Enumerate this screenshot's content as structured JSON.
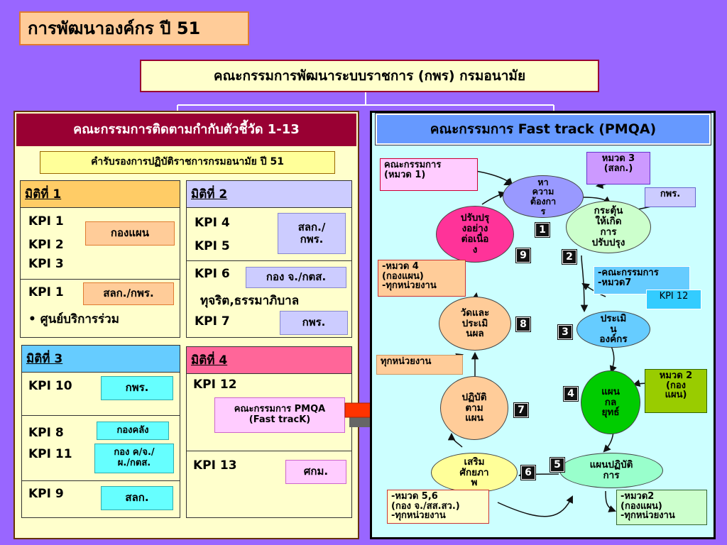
{
  "title": "การพัฒนาองค์กร ปี 51",
  "top_committee": "คณะกรรมการพัฒนาระบบราชการ (กพร) กรมอนามัย",
  "left": {
    "header": "คณะกรรมการติดตามกำกับตัวชี้วัด 1-13",
    "cert": "คำรับรองการปฏิบัติราชการกรมอนามัย ปี 51",
    "dim1": {
      "title": "มิติที่ 1",
      "kpi1": "KPI 1",
      "kpi2": "KPI 2",
      "kpi3": "KPI 3",
      "tag1": "กองแผน",
      "kpi1b": "KPI 1",
      "tag2": "สลก./กพร.",
      "bullet": "• ศูนย์บริการร่วม"
    },
    "dim2": {
      "title": "มิติที่ 2",
      "kpi4": "KPI 4",
      "kpi5": "KPI 5",
      "tag45": "สลก./\nกพร.",
      "kpi6": "KPI 6",
      "tag6": "กอง จ./กตส.",
      "kpi6_text": "ทุจริต,ธรรมาภิบาล",
      "kpi7": "KPI 7",
      "tag7": "กพร."
    },
    "dim3": {
      "title": "มิติที่ 3",
      "kpi10": "KPI 10",
      "tag10": "กพร.",
      "kpi8": "KPI 8",
      "tag8": "กองคลัง",
      "kpi11": "KPI 11",
      "tag11": "กอง ค/จ./\nผ./กตส.",
      "kpi9": "KPI 9",
      "tag9": "สลก."
    },
    "dim4": {
      "title": "มิติที่ 4",
      "kpi12": "KPI 12",
      "tag12": "คณะกรรมการ PMQA\n(Fast tracK)",
      "kpi13": "KPI 13",
      "tag13": "ศกม."
    }
  },
  "right": {
    "header": "คณะกรรมการ Fast track (PMQA)",
    "note_cat1": "คณะกรรมการ\n(หมวด 1)",
    "note_cat3": "หมวด 3\n(สลก.)",
    "note_gpr": "กพร.",
    "note_cat4": "-หมวด 4\n(กองแผน)\n-ทุกหน่วยงาน",
    "note_cat7": "-คณะกรรมการ\n-หมวด7",
    "note_kpi12": "KPI 12",
    "note_all": "ทุกหน่วยงาน",
    "note_cat2a": "หมวด 2\n(กอง\nแผน)",
    "note_cat56": "-หมวด 5,6\n(กอง จ./สส.สว.)\n-ทุกหน่วยงาน",
    "note_cat2b": "-หมวด2\n(กองแผน)\n-ทุกหน่วยงาน",
    "steps": {
      "s0": "หา\nความ\nต้องกา\nร",
      "s1": "ปรับปรุ\nงอย่าง\nต่อเนื่อ\nง",
      "s2": "กระตุ้น\nให้เกิด\nการ\nปรับปรุง",
      "s3": "ประเมิ\nน\nองค์กร",
      "s4": "แผน\nกล\nยุทธ์",
      "s5": "แผนปฏิบัติ\nการ",
      "s6": "เสริม\nศักยภา\nพ",
      "s7": "ปฏิบัติ\nตาม\nแผน",
      "s8": "วัดและ\nประเมิ\nนผล"
    },
    "numbers": [
      "1",
      "2",
      "3",
      "4",
      "5",
      "6",
      "7",
      "8",
      "9"
    ]
  },
  "colors": {
    "background": "#9966ff",
    "left_header": "#990033",
    "right_header": "#6699ff",
    "arrow": "#ff3300"
  }
}
